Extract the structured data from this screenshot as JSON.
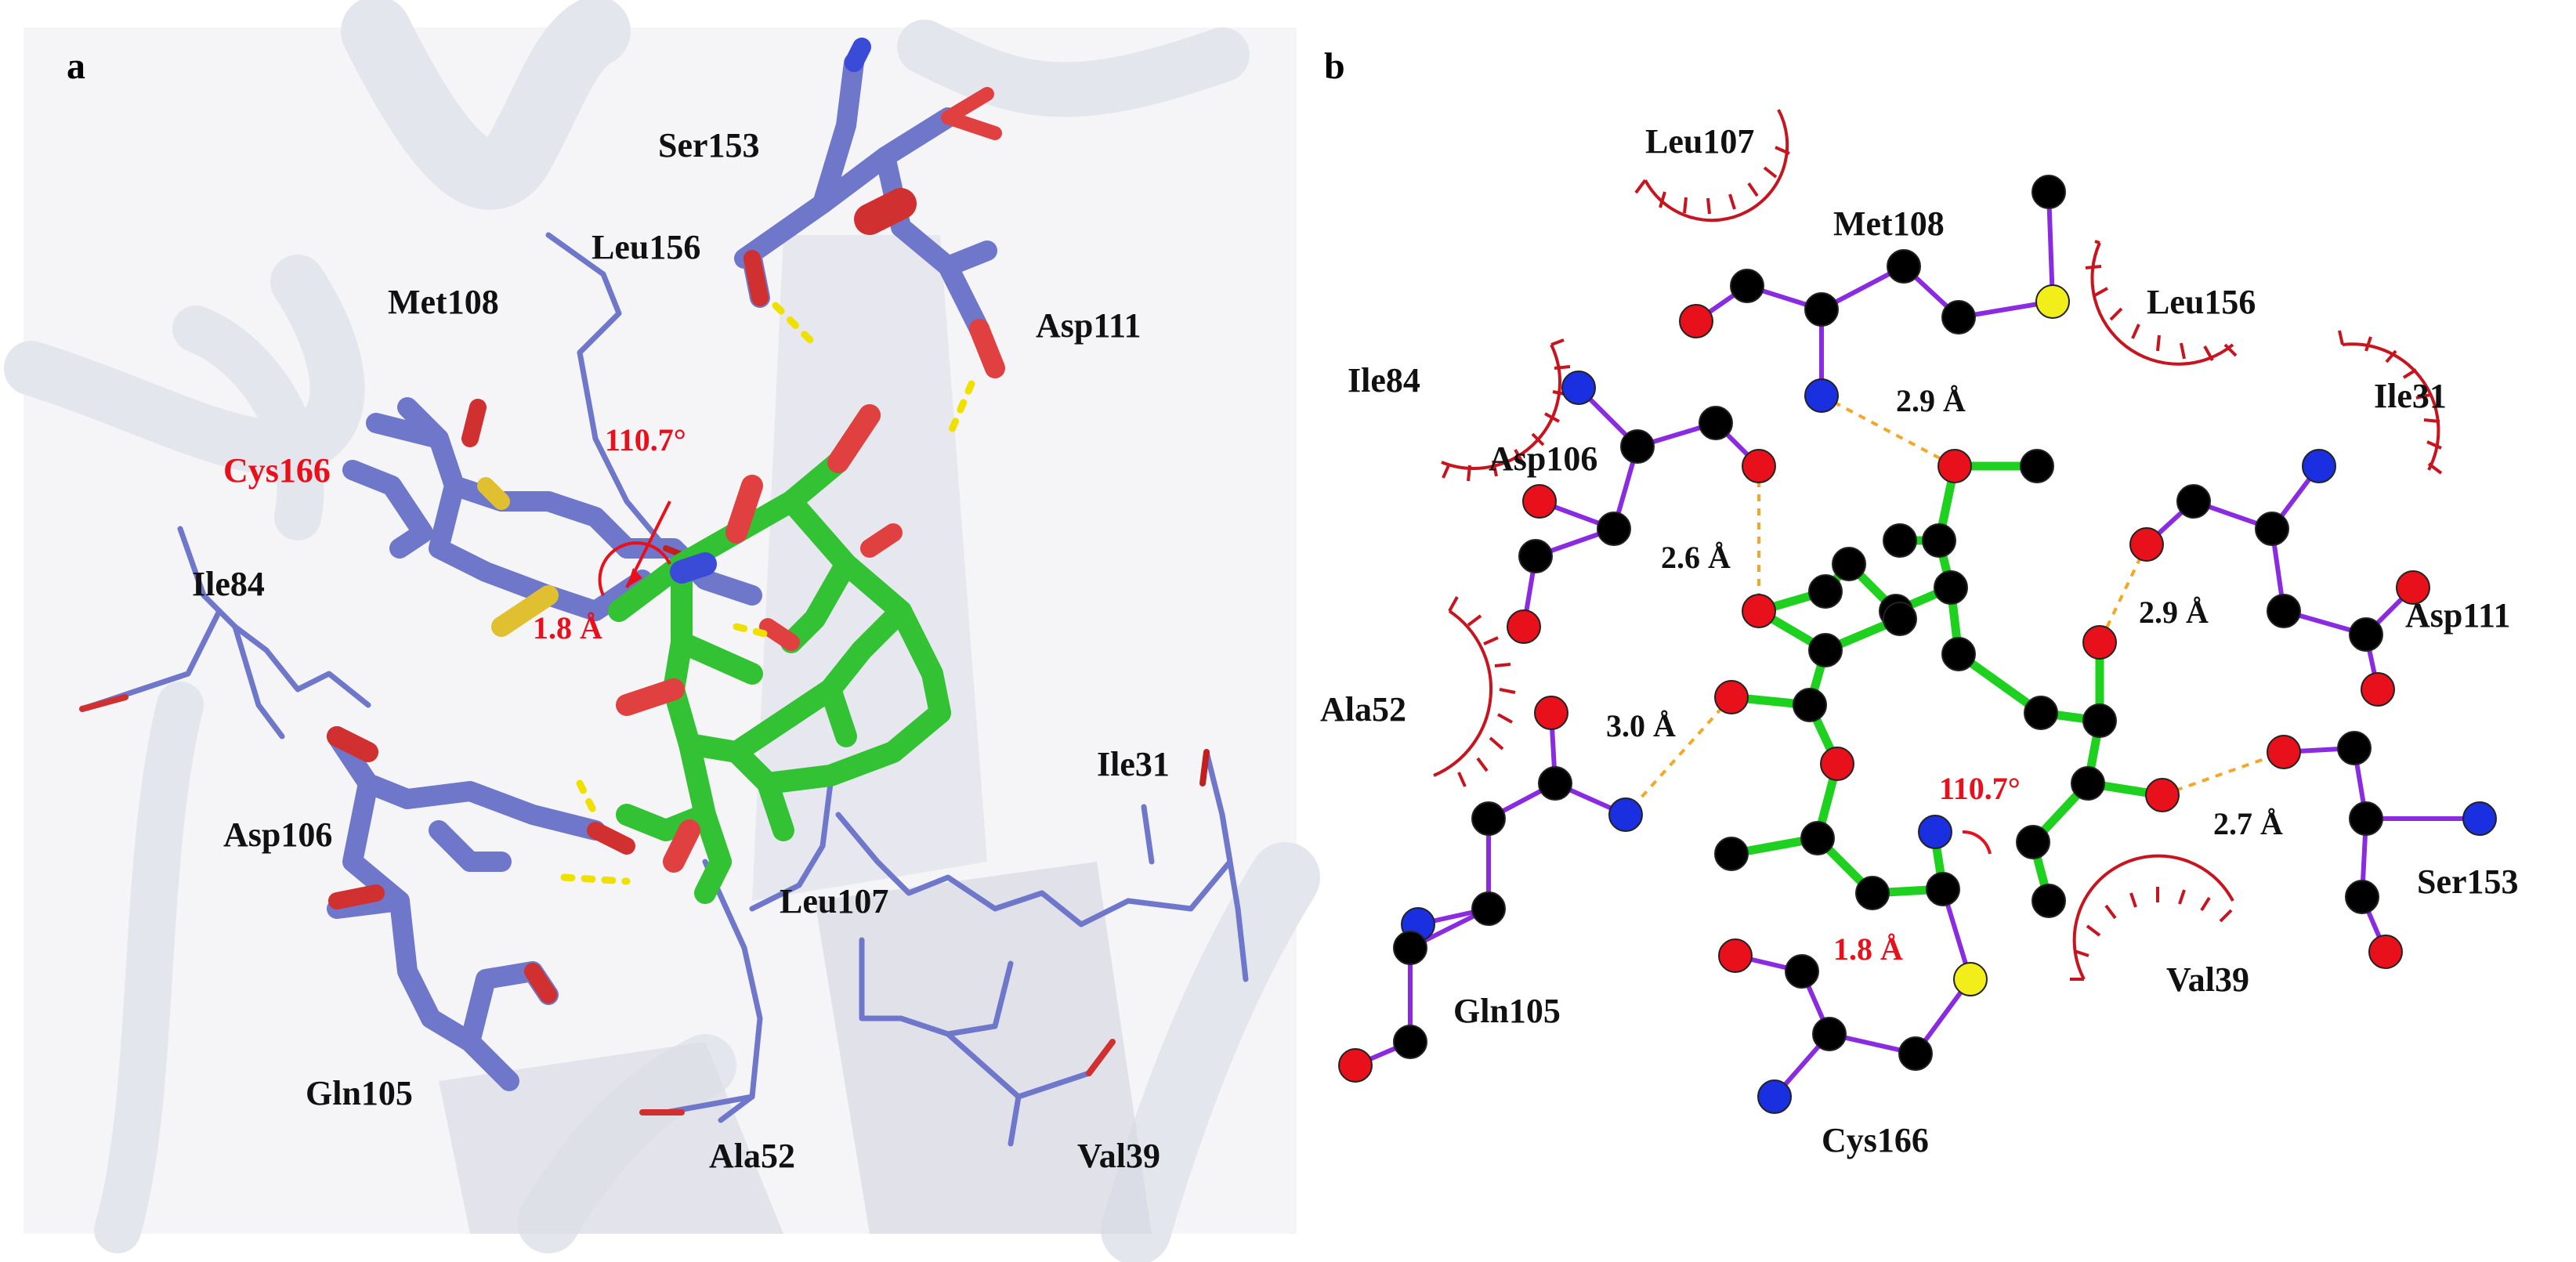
{
  "panels": {
    "a": {
      "letter": "a",
      "labels": {
        "ser153": "Ser153",
        "leu156": "Leu156",
        "met108": "Met108",
        "asp111": "Asp111",
        "cys166": "Cys166",
        "ile84": "Ile84",
        "asp106": "Asp106",
        "ile31": "Ile31",
        "leu107": "Leu107",
        "gln105": "Gln105",
        "ala52": "Ala52",
        "val39": "Val39"
      },
      "measurements": {
        "angle": "110.7°",
        "distance": "1.8 Å"
      }
    },
    "b": {
      "letter": "b",
      "labels": {
        "leu107": "Leu107",
        "met108": "Met108",
        "leu156": "Leu156",
        "ile84": "Ile84",
        "ile31": "Ile31",
        "asp106": "Asp106",
        "asp111": "Asp111",
        "ala52": "Ala52",
        "ser153": "Ser153",
        "gln105": "Gln105",
        "val39": "Val39",
        "cys166": "Cys166"
      },
      "measurements": {
        "d1": "2.9 Å",
        "d2": "2.6 Å",
        "d3": "2.9 Å",
        "d4": "3.0 Å",
        "d5": "2.7 Å",
        "angle": "110.7°",
        "covalent": "1.8 Å"
      }
    }
  },
  "colors": {
    "residue_stick": "#6e77c9",
    "ligand_stick": "#33c233",
    "hydrogen_bond_3d": "#f0e000",
    "hydrogen_bond_2d": "#f5a623",
    "hydrophobic_arc": "#c8141e",
    "residue_bond_2d": "#8a2be2",
    "carbon": "#000000",
    "oxygen": "#e8101a",
    "nitrogen": "#1a2fe0",
    "sulfur": "#f2ee1a",
    "highlight_text": "#e8101a"
  }
}
